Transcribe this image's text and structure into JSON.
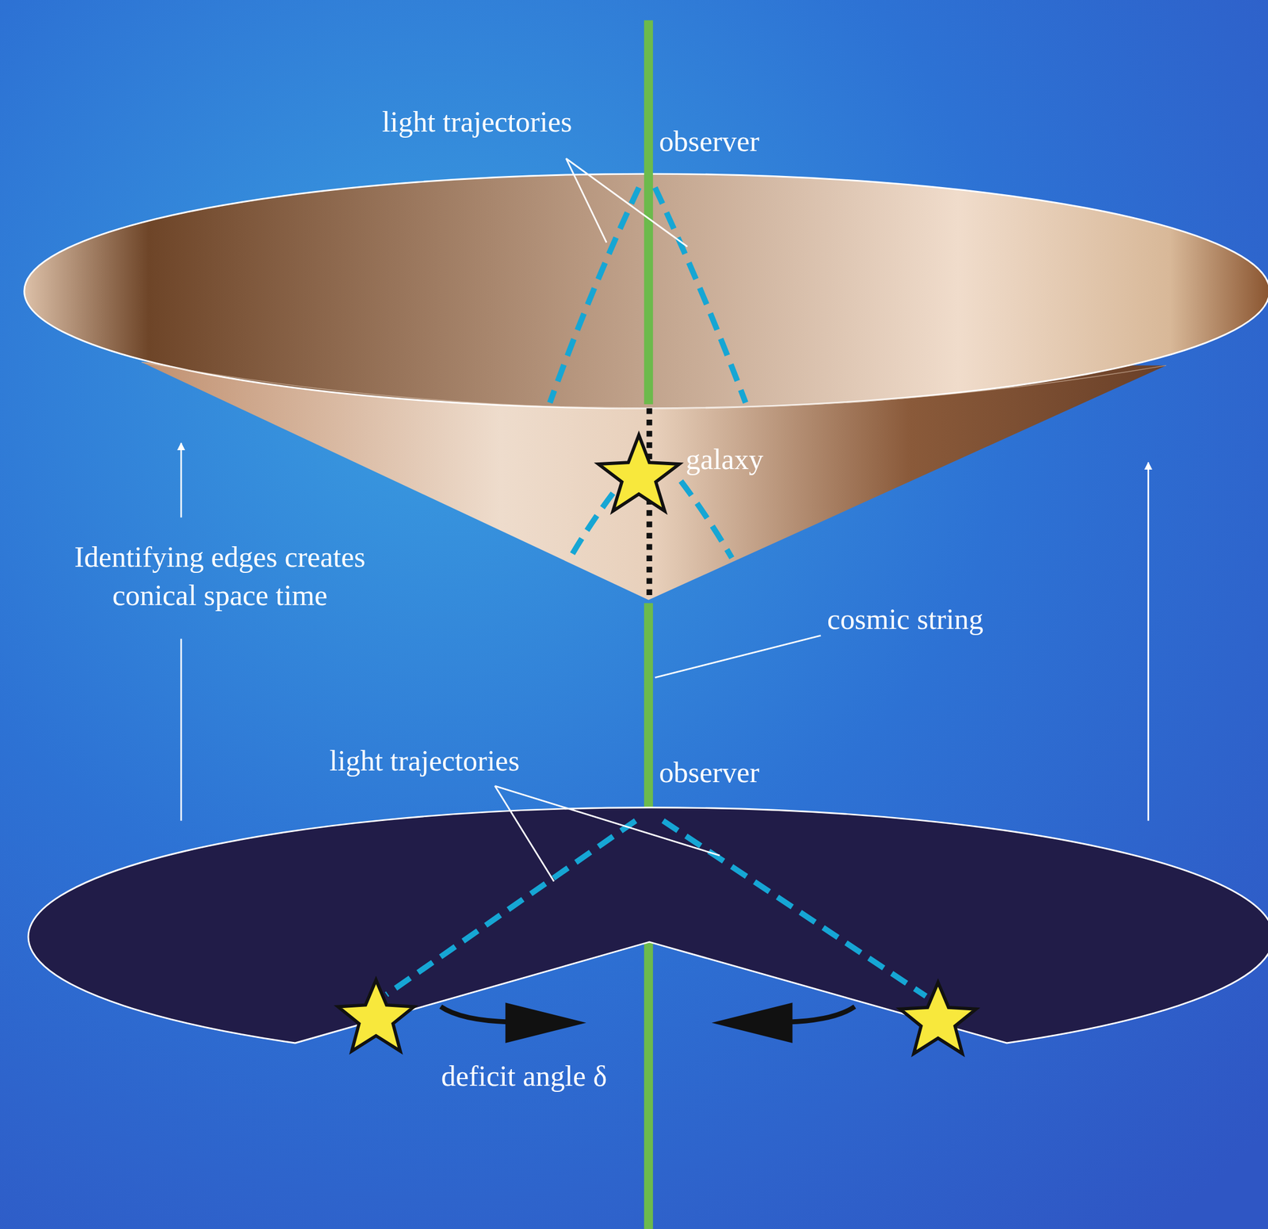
{
  "diagram": {
    "labels": [
      "light trajectories",
      "observer",
      "galaxy",
      "Identifying edges creates conical space time",
      "cosmic string",
      "light trajectories",
      "observer",
      "deficit angle δ"
    ]
  }
}
